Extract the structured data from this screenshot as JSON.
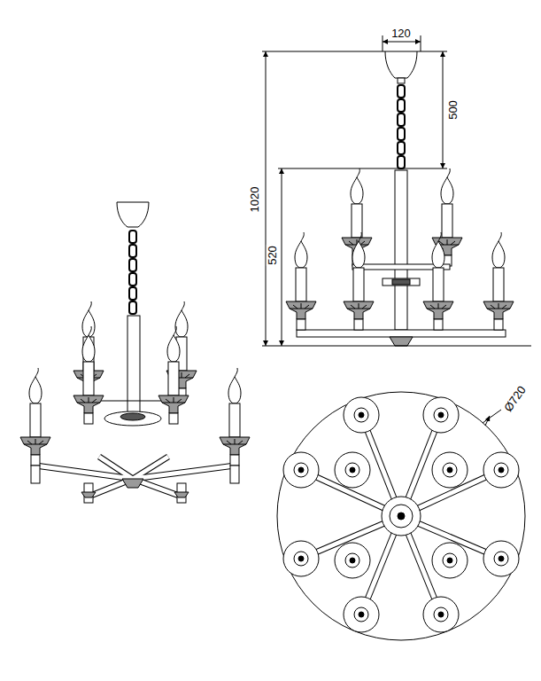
{
  "diagram": {
    "labels": [
      "120",
      "500",
      "1020",
      "520",
      "Ø720"
    ]
  }
}
